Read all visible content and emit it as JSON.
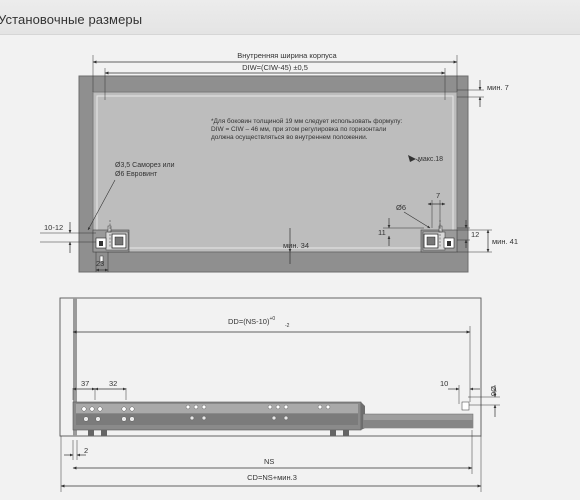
{
  "page_title": "Установочные размеры",
  "top_view": {
    "inner_width_label": "Внутренняя ширина корпуса",
    "diw_formula": "DIW=(CIW-45) ±0,5",
    "min7": "мин. 7",
    "note_line1": "*Для боковин толщиной 19 мм следует использовать формулу:",
    "note_line2": "DIW = CIW – 46 мм, при этом регулировка по горизонтали",
    "note_line3": "должна осуществляться во внутреннем положении.",
    "max18": "макс.18",
    "screw_line1": "Ø3,5 Саморез или",
    "screw_line2": "Ø6 Евровинт",
    "dim_10_12": "10-12",
    "dim_phi6": "Ø6",
    "dim_7": "7",
    "dim_11": "11",
    "dim_12": "12",
    "min41": "мин. 41",
    "min34": "мин. 34",
    "dim_23": "23"
  },
  "side_view": {
    "dd_formula": "DD=(NS-10)",
    "dd_sup": "+0",
    "dd_sub": "-2",
    "dim_37": "37",
    "dim_32": "32",
    "dim_10": "10",
    "dim_phi6": "Ø6",
    "dim_2": "2",
    "ns": "NS",
    "cd_formula": "CD=NS+мин.3"
  }
}
